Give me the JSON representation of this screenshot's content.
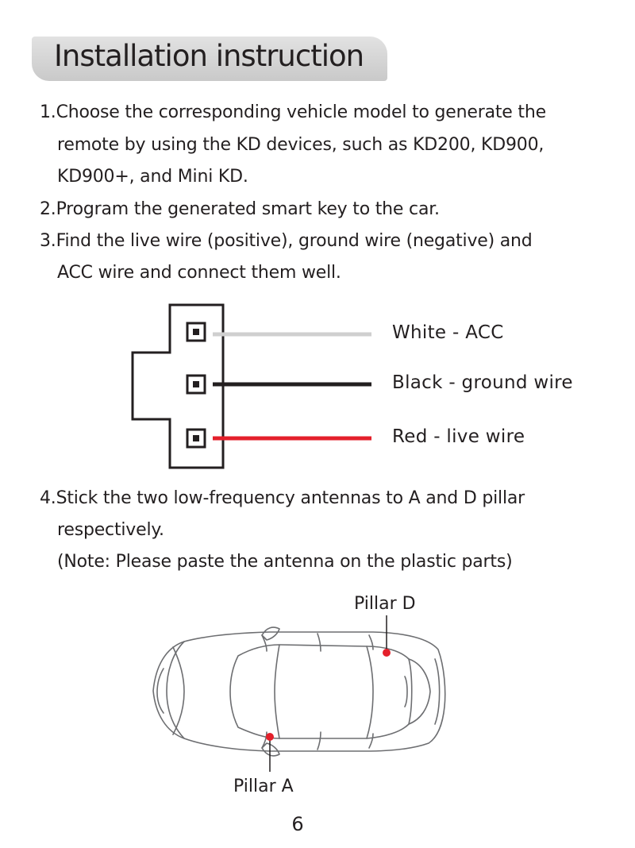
{
  "header": {
    "title": "Installation instruction"
  },
  "steps": {
    "step1": [
      "1.Choose the corresponding vehicle model to generate the",
      "remote by using the KD devices, such as KD200, KD900,",
      "KD900+, and Mini KD."
    ],
    "step2": [
      "2.Program the generated smart key to the car."
    ],
    "step3": [
      "3.Find the live wire (positive), ground wire (negative) and",
      "ACC wire and connect them well."
    ],
    "step4": [
      "4.Stick the two low-frequency antennas to A and D pillar",
      "respectively.",
      "(Note: Please paste the antenna on the plastic parts)"
    ]
  },
  "wiring_diagram": {
    "wires": [
      {
        "label": "White - ACC",
        "color": "#cfcfcf"
      },
      {
        "label": "Black - ground wire",
        "color": "#231f20"
      },
      {
        "label": "Red - live wire",
        "color": "#e4202b"
      }
    ]
  },
  "car_diagram": {
    "pillar_d_label": "Pillar D",
    "pillar_a_label": "Pillar A",
    "marker_color": "#e4202b"
  },
  "footer": {
    "page_number": "6"
  }
}
